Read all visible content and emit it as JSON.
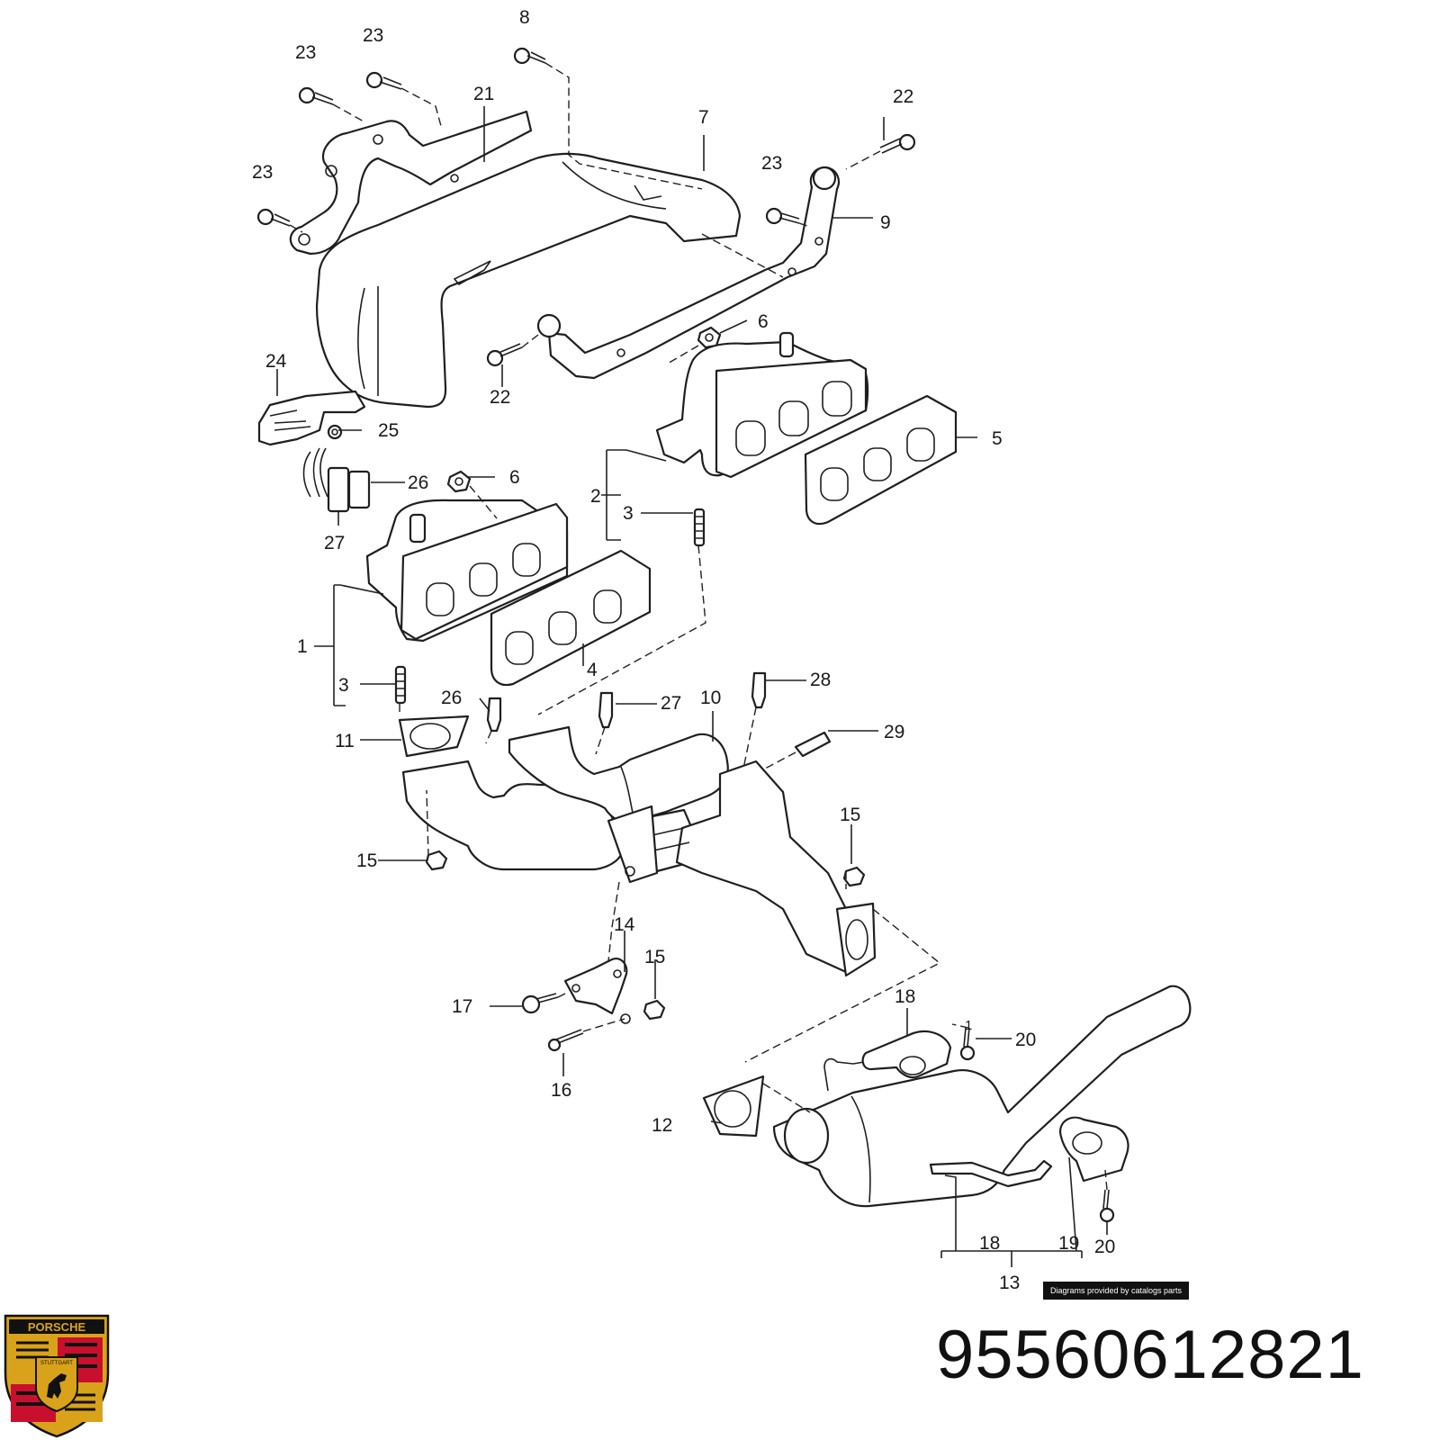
{
  "callouts": [
    {
      "id": "c8",
      "text": "8"
    },
    {
      "id": "c23a",
      "text": "23"
    },
    {
      "id": "c23b",
      "text": "23"
    },
    {
      "id": "c21",
      "text": "21"
    },
    {
      "id": "c7",
      "text": "7"
    },
    {
      "id": "c22a",
      "text": "22"
    },
    {
      "id": "c23c",
      "text": "23"
    },
    {
      "id": "c23d",
      "text": "23"
    },
    {
      "id": "c9",
      "text": "9"
    },
    {
      "id": "c6a",
      "text": "6"
    },
    {
      "id": "c22b",
      "text": "22"
    },
    {
      "id": "c24",
      "text": "24"
    },
    {
      "id": "c25",
      "text": "25"
    },
    {
      "id": "c26a",
      "text": "26"
    },
    {
      "id": "c6b",
      "text": "6"
    },
    {
      "id": "c27a",
      "text": "27"
    },
    {
      "id": "c5",
      "text": "5"
    },
    {
      "id": "c2",
      "text": "2"
    },
    {
      "id": "c3a",
      "text": "3"
    },
    {
      "id": "c1",
      "text": "1"
    },
    {
      "id": "c4",
      "text": "4"
    },
    {
      "id": "c3b",
      "text": "3"
    },
    {
      "id": "c28",
      "text": "28"
    },
    {
      "id": "c26b",
      "text": "26"
    },
    {
      "id": "c27b",
      "text": "27"
    },
    {
      "id": "c10",
      "text": "10"
    },
    {
      "id": "c11",
      "text": "11"
    },
    {
      "id": "c29",
      "text": "29"
    },
    {
      "id": "c15a",
      "text": "15"
    },
    {
      "id": "c15b",
      "text": "15"
    },
    {
      "id": "c14",
      "text": "14"
    },
    {
      "id": "c15c",
      "text": "15"
    },
    {
      "id": "c17",
      "text": "17"
    },
    {
      "id": "c16",
      "text": "16"
    },
    {
      "id": "c18a",
      "text": "18"
    },
    {
      "id": "c20a",
      "text": "20"
    },
    {
      "id": "c12",
      "text": "12"
    },
    {
      "id": "c18b",
      "text": "18"
    },
    {
      "id": "c19",
      "text": "19"
    },
    {
      "id": "c20b",
      "text": "20"
    },
    {
      "id": "c13",
      "text": "13"
    },
    {
      "id": "c1b",
      "text": "1"
    }
  ],
  "part_number": "95560612821",
  "credit": "Diagrams provided by catalogs parts",
  "brand": {
    "logo_icon": "porsche-crest-icon",
    "logo_text": "PORSCHE",
    "crest_text": "STUTTGART",
    "colors": {
      "gold": "#d9a21b",
      "red": "#c8102e",
      "black": "#111111"
    }
  }
}
